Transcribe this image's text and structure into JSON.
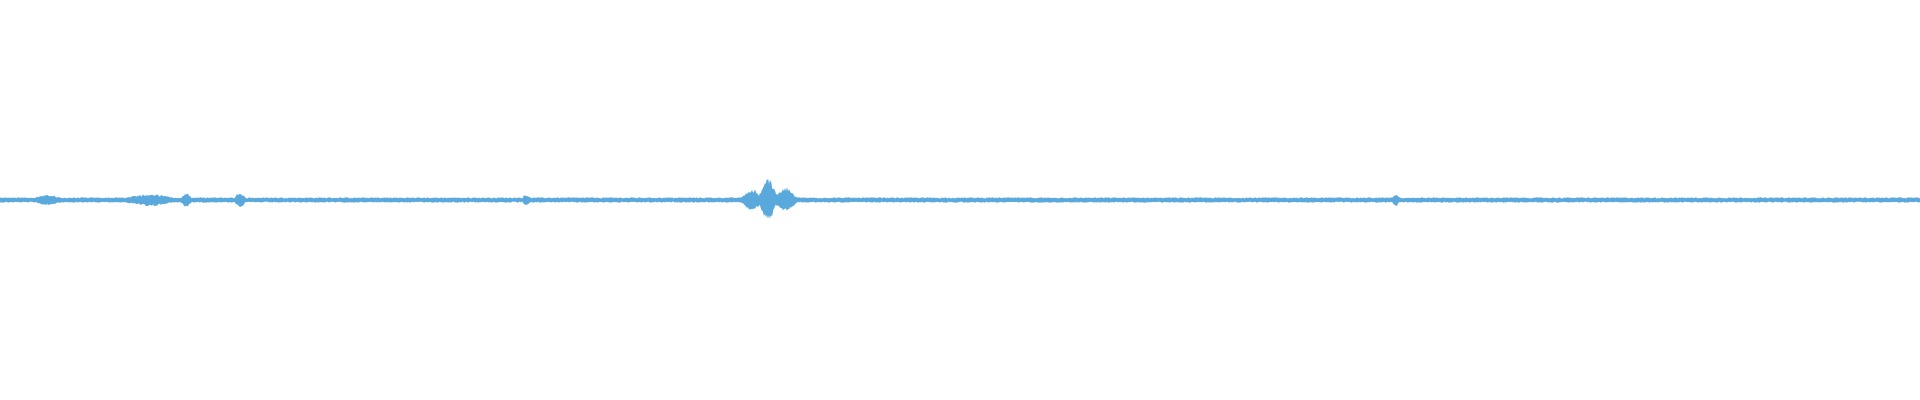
{
  "waveform": {
    "color": "#5aa9dd",
    "background": "#ffffff",
    "baseline_amplitude": 0.012,
    "bursts": [
      {
        "center": 0.025,
        "width": 0.012,
        "amplitude": 0.025
      },
      {
        "center": 0.078,
        "width": 0.02,
        "amplitude": 0.03
      },
      {
        "center": 0.097,
        "width": 0.004,
        "amplitude": 0.035
      },
      {
        "center": 0.125,
        "width": 0.004,
        "amplitude": 0.04
      },
      {
        "center": 0.274,
        "width": 0.003,
        "amplitude": 0.03
      },
      {
        "center": 0.392,
        "width": 0.008,
        "amplitude": 0.055
      },
      {
        "center": 0.4,
        "width": 0.006,
        "amplitude": 0.11
      },
      {
        "center": 0.409,
        "width": 0.008,
        "amplitude": 0.06
      },
      {
        "center": 0.727,
        "width": 0.003,
        "amplitude": 0.03
      }
    ]
  }
}
